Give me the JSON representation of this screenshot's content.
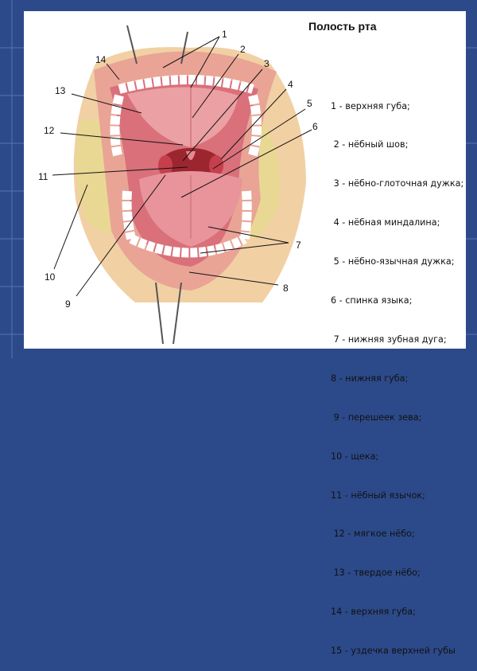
{
  "title": "Полость рта",
  "legend": [
    "1 - верхняя губа;",
    " 2 - нёбный шов;",
    " 3 - нёбно-глоточная дужка;",
    " 4 - нёбная миндалина;",
    " 5 - нёбно-язычная дужка;",
    "6 - спинка языка;",
    " 7 - нижняя зубная дуга;",
    "8 - нижняя губа;",
    " 9 - перешеек зева;",
    "10 - щека;",
    "11 - нёбный язычок;",
    " 12 - мягкое нёбо;",
    " 13 - твердое нёбо;",
    "14 - верхняя губа;",
    "15 - уздечка верхней губы"
  ],
  "callouts": [
    "1",
    "2",
    "3",
    "4",
    "5",
    "6",
    "7",
    "8",
    "9",
    "10",
    "11",
    "12",
    "13",
    "14"
  ],
  "colors": {
    "background": "#2c4a8a",
    "panel": "#ffffff",
    "lip": "#e9a496",
    "mucosa": "#d9707a",
    "tongue": "#e8949a",
    "teeth": "#ffffff",
    "skin": "#f1d0a4",
    "cheek_fat": "#e8d892"
  }
}
